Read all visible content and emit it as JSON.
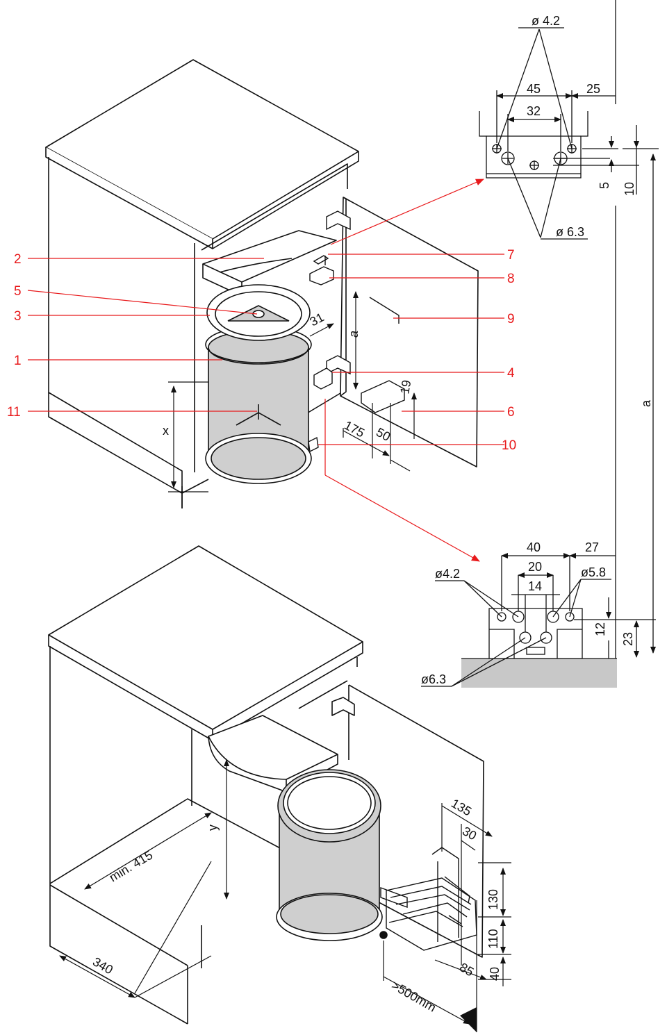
{
  "part_numbers": [
    "1",
    "2",
    "3",
    "4",
    "5",
    "6",
    "7",
    "8",
    "9",
    "10",
    "11"
  ],
  "top_view": {
    "dim_a": "a",
    "dim_x": "x",
    "dim_31": "31",
    "dim_175": "175",
    "dim_50": "50",
    "dim_19": "19"
  },
  "hinge_detail": {
    "dia_small": "ø 4.2",
    "dia_large": "ø 6.3",
    "w45": "45",
    "w32": "32",
    "w25": "25",
    "v5": "5",
    "v10": "10",
    "dim_a": "a"
  },
  "plate_detail": {
    "w40": "40",
    "w27": "27",
    "w20": "20",
    "w14": "14",
    "dia_small": "ø4.2",
    "dia_mid": "ø5.8",
    "dia_large": "ø6.3",
    "h12": "12",
    "h23": "23"
  },
  "bottom_view": {
    "dim_y": "y",
    "dim_min415": "min. 415",
    "dim_340": "340",
    "dim_135": "135",
    "dim_30": "30",
    "dim_130": "130",
    "dim_110": "110",
    "dim_85": "85",
    "dim_40": "40",
    "dim_500": ">500mm"
  },
  "colors": {
    "callout_red": "#e8191b",
    "bin_gray": "#cfcfcf",
    "floor_gray": "#c8c8c8",
    "line": "#111111"
  }
}
